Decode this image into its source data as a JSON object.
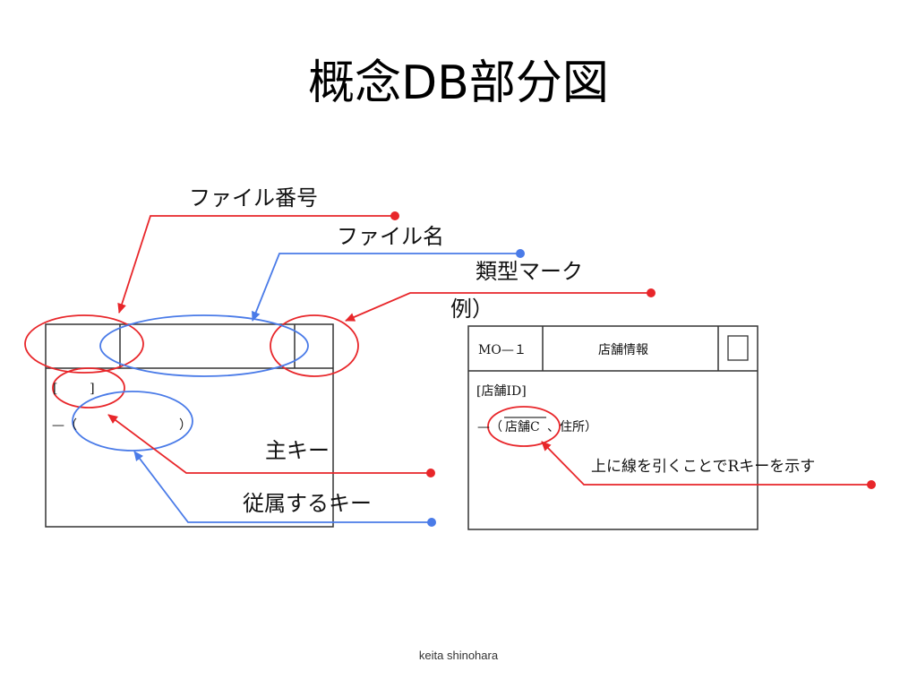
{
  "slide": {
    "title": "概念DB部分図",
    "footer": "keita shinohara"
  },
  "annotations": {
    "file_number": "ファイル番号",
    "file_name": "ファイル名",
    "type_mark": "類型マーク",
    "example": "例）",
    "primary_key": "主キー",
    "dependent_key": "従属するキー",
    "r_key_note": "上に線を引くことでRキーを示す"
  },
  "template_box": {
    "primary_key_brackets": "[        ]",
    "dependent_prefix": "—（",
    "dependent_suffix": "）"
  },
  "example_box": {
    "file_number": "MO—１",
    "file_name": "店舗情報",
    "primary_key": "[店舗ID]",
    "dependent_prefix": "—（",
    "dependent_overlined": "店舗C",
    "dependent_rest": "、住所）"
  },
  "colors": {
    "red": "#e8262a",
    "blue": "#4a7be8",
    "box": "#333333"
  }
}
